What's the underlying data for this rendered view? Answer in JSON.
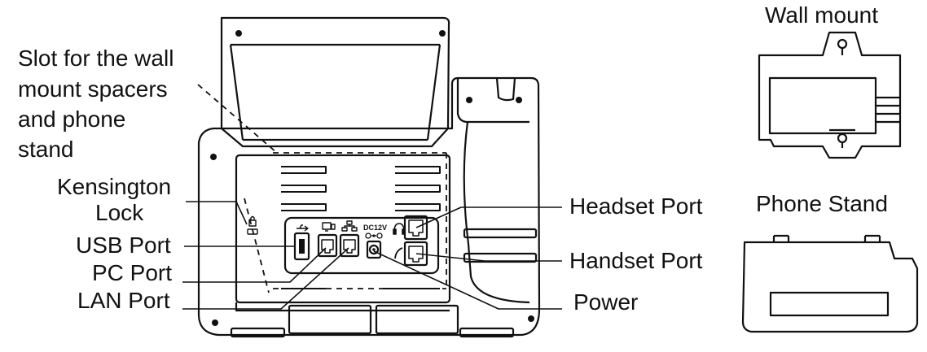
{
  "labels": {
    "slot_line1": "Slot for the  wall",
    "slot_line2": "mount spacers",
    "slot_line3": "and phone",
    "slot_line4": "stand",
    "kensington_line1": "Kensington",
    "kensington_line2": "Lock",
    "usb_port": "USB Port",
    "pc_port": "PC Port",
    "lan_port": "LAN Port",
    "headset_port": "Headset Port",
    "handset_port": "Handset Port",
    "power": "Power",
    "wall_mount": "Wall mount",
    "phone_stand": "Phone Stand",
    "dc_label": "DC12V"
  },
  "icons": [
    "kensington-lock-icon",
    "usb-icon",
    "pc-icon",
    "lan-icon",
    "headset-icon",
    "handset-icon",
    "power-polarity-icon"
  ],
  "colors": {
    "line": "#111111",
    "background": "#ffffff"
  }
}
